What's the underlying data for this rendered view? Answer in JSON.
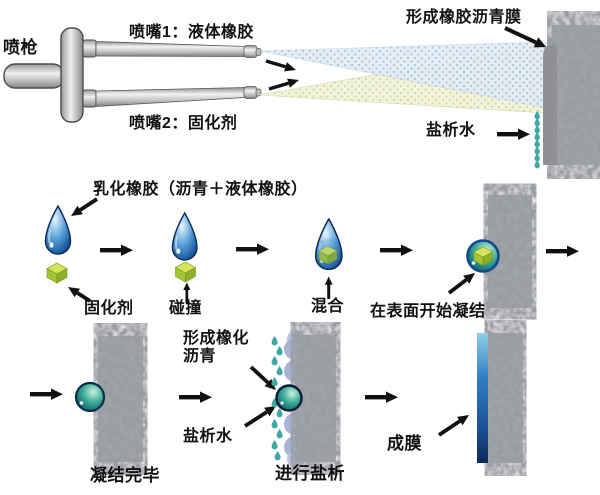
{
  "colors": {
    "spray_blue": "#e3ecf5",
    "spray_blue_dots": "#a8c4da",
    "spray_yellow": "#f1f3dc",
    "spray_yellow_dots": "#d4d89c",
    "wall_gray": "#a6a9af",
    "film_gray": "#8e9094",
    "drop_blue_dark": "#0c2f63",
    "cube_green": "#a6c432",
    "brine_teal": "#3fa8a2",
    "bump_periwinkle": "#a9b3d6",
    "film_blue_top": "#8fd0e8",
    "film_blue_bottom": "#0b2a56",
    "arrow_black": "#111111"
  },
  "top_section": {
    "gun_label": "喷枪",
    "nozzle1_label": "喷嘴1：液体橡胶",
    "nozzle2_label": "喷嘴2：固化剂",
    "membrane_label": "形成橡胶沥青膜",
    "brine_water_label": "盐析水"
  },
  "process_row1": {
    "emulsion_label": "乳化橡胶（沥青＋液体橡胶）",
    "curing_agent_label": "固化剂",
    "collision_label": "碰撞",
    "mixing_label": "混合",
    "surface_condense_label": "在表面开始凝结"
  },
  "process_row2": {
    "condense_complete_label": "凝结完毕",
    "rubberized_asphalt_line1": "形成橡化",
    "rubberized_asphalt_line2": "沥青",
    "brine_water_label": "盐析水",
    "salting_out_label": "进行盐析",
    "film_formed_label": "成膜"
  }
}
